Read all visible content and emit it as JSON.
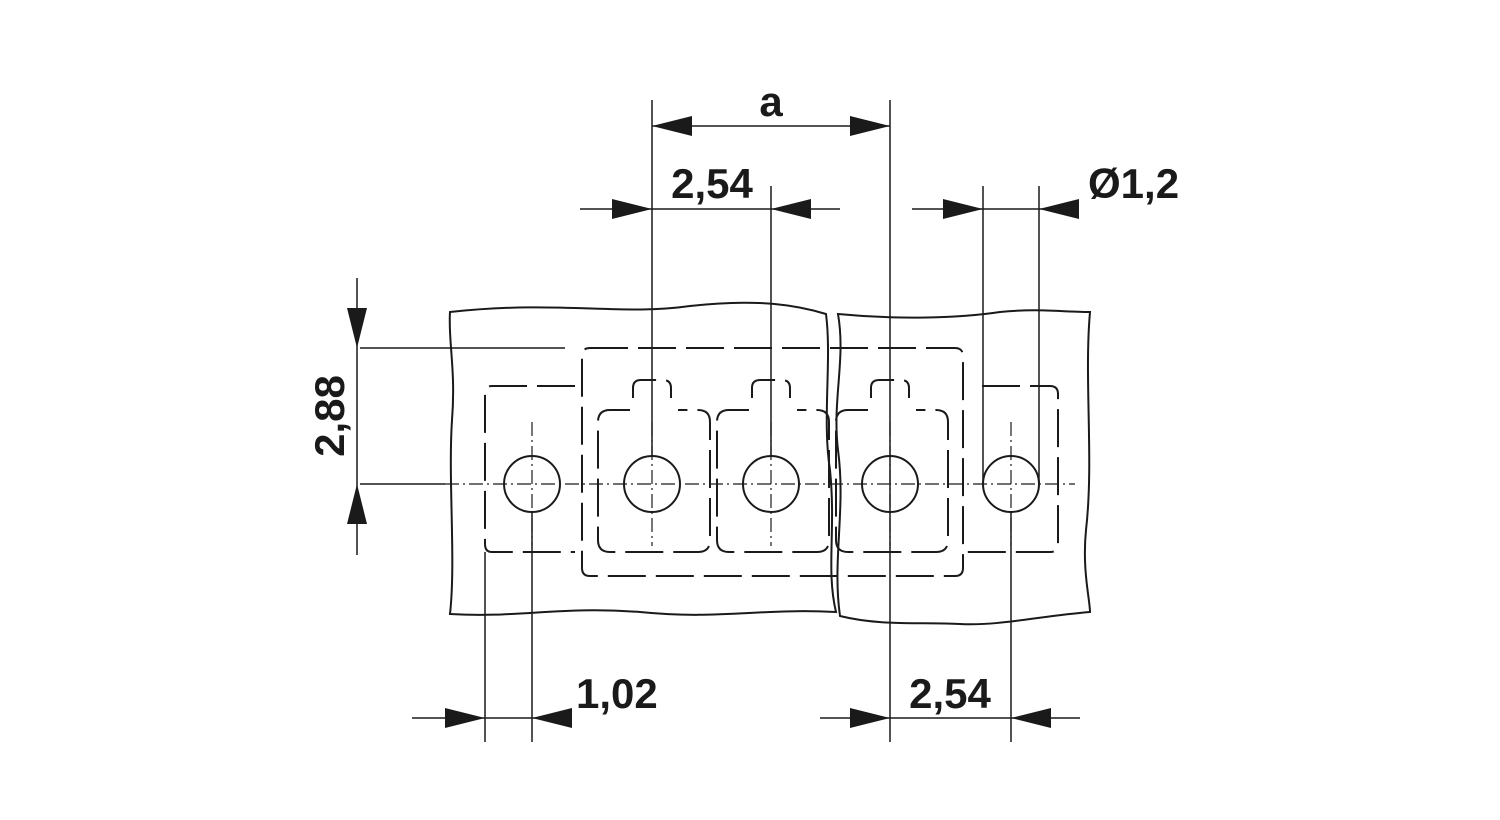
{
  "dimensions": {
    "top_span": "a",
    "pitch_top": "2,54",
    "hole_diameter": "Ø1,2",
    "row_offset": "2,88",
    "edge_offset": "1,02",
    "pitch_bottom": "2,54"
  },
  "drawing": {
    "line_color": "#1a1a1a",
    "background": "#ffffff",
    "hole_count": 5
  }
}
